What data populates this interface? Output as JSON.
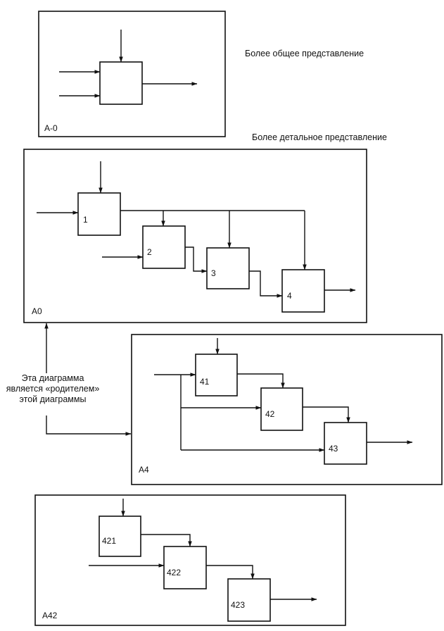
{
  "captions": {
    "general": "Более общее представление",
    "detailed": "Более детальное представление"
  },
  "parent_note": [
    "Эта диаграмма",
    "является «родителем»",
    "этой диаграммы"
  ],
  "diagrams": {
    "a_minus0": "A-0",
    "a0": "A0",
    "a4": "A4",
    "a42": "A42"
  },
  "boxes": {
    "b1": "1",
    "b2": "2",
    "b3": "3",
    "b4": "4",
    "b41": "41",
    "b42": "42",
    "b43": "43",
    "b421": "421",
    "b422": "422",
    "b423": "423"
  }
}
